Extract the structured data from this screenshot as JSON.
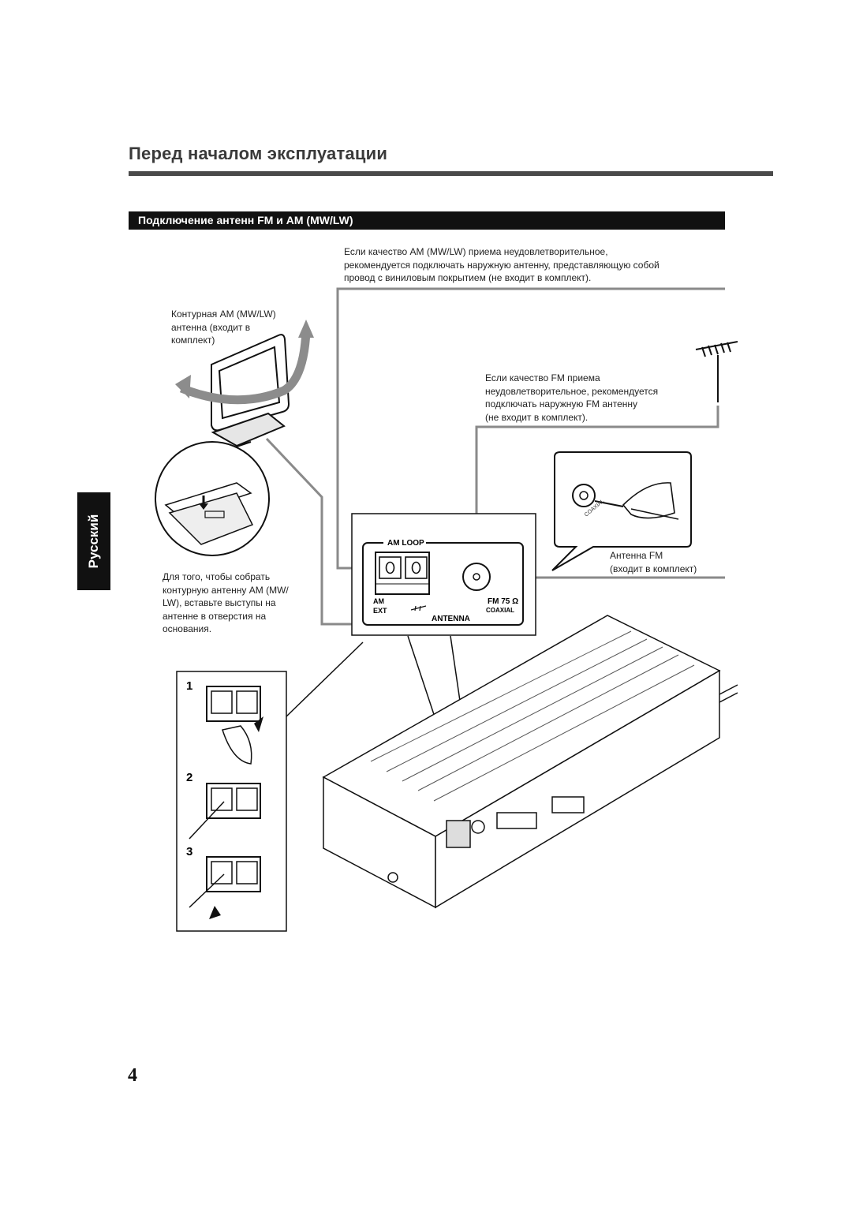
{
  "header": {
    "title": "Перед началом эксплуатации",
    "section": "Подключение антенн FM и AM (MW/LW)"
  },
  "side_tab": {
    "language": "Русский"
  },
  "notes": {
    "am_outdoor": "Если качество AM (MW/LW) приема неудовлетворительное,\nрекомендуется подключать наружную антенну, представляющую собой\nпровод с виниловым покрытием (не входит в комплект).",
    "am_loop": "Контурная AM (MW/LW)\nантенна (входит в\nкомплект)",
    "fm_outdoor": "Если качество FM приема\nнеудовлетворительное, рекомендуется\nподключать наружную FM антенну\n(не входит в комплект).",
    "fm_antenna": "Антенна FM\n(входит в комплект)",
    "assembly": "Для того, чтобы собрать\nконтурную антенну AM (MW/\nLW), вставьте выступы на\nантенне в отверстия на\nоснования."
  },
  "panel": {
    "am_loop": "AM LOOP",
    "am": "AM",
    "ext": "EXT",
    "antenna": "ANTENNA",
    "fm": "FM 75 Ω",
    "coaxial": "COAXIAL"
  },
  "connector_label": "COAXIAL",
  "steps": [
    "1",
    "2",
    "3"
  ],
  "page_number": "4"
}
